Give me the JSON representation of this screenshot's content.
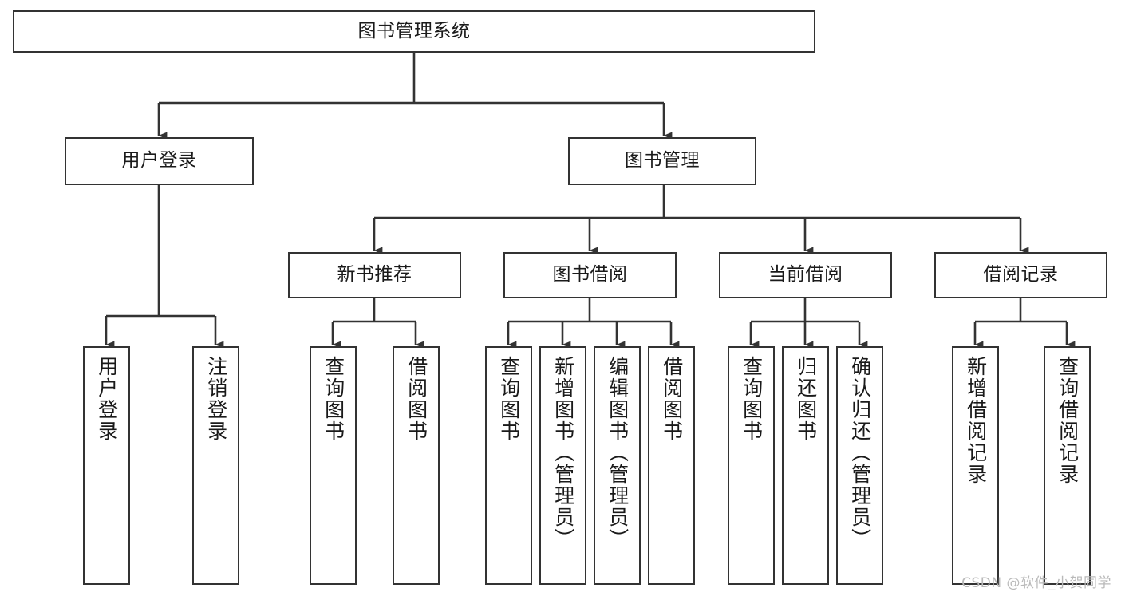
{
  "diagram": {
    "title": "图书管理系统",
    "watermark": "CSDN @软件_小贺同学",
    "stroke_color": "#333333",
    "background_color": "#ffffff",
    "text_color": "#1a1a1a",
    "nodes": {
      "root": {
        "label": "图书管理系统"
      },
      "level2": [
        {
          "label": "用户登录"
        },
        {
          "label": "图书管理"
        }
      ],
      "level3": [
        {
          "label": "新书推荐"
        },
        {
          "label": "图书借阅"
        },
        {
          "label": "当前借阅"
        },
        {
          "label": "借阅记录"
        }
      ],
      "leaves": [
        {
          "label": "用户登录",
          "parent": "用户登录"
        },
        {
          "label": "注销登录",
          "parent": "用户登录"
        },
        {
          "label": "查询图书",
          "parent": "新书推荐"
        },
        {
          "label": "借阅图书",
          "parent": "新书推荐"
        },
        {
          "label": "查询图书",
          "parent": "图书借阅"
        },
        {
          "label": "新增图书（管理员）",
          "parent": "图书借阅"
        },
        {
          "label": "编辑图书（管理员）",
          "parent": "图书借阅"
        },
        {
          "label": "借阅图书",
          "parent": "图书借阅"
        },
        {
          "label": "查询图书",
          "parent": "当前借阅"
        },
        {
          "label": "归还图书",
          "parent": "当前借阅"
        },
        {
          "label": "确认归还（管理员）",
          "parent": "当前借阅"
        },
        {
          "label": "新增借阅记录",
          "parent": "借阅记录"
        },
        {
          "label": "查询借阅记录",
          "parent": "借阅记录"
        }
      ]
    }
  }
}
